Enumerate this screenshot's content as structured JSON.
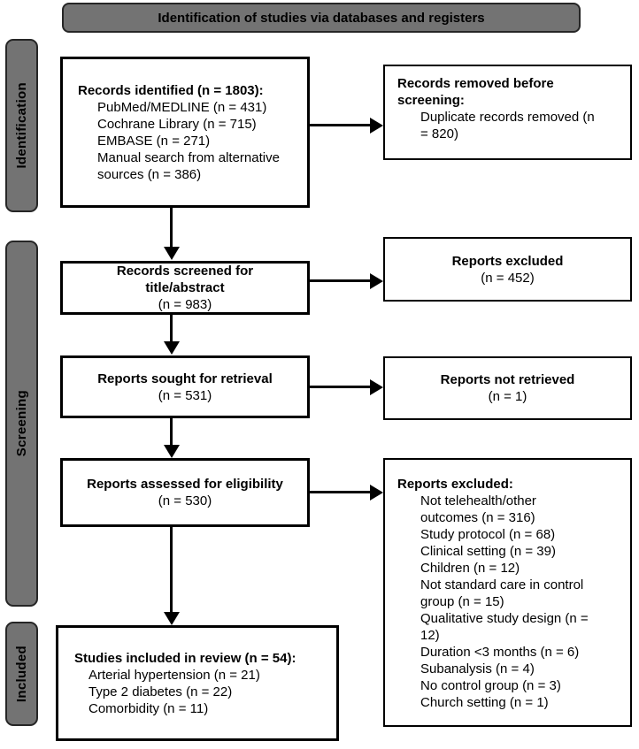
{
  "header": {
    "title": "Identification of studies via databases and registers"
  },
  "colors": {
    "bar_fill": "#737373",
    "bar_border": "#262626",
    "box_border": "#000000",
    "box_fill": "#ffffff",
    "arrow": "#000000",
    "text": "#000000",
    "page_bg": "#ffffff"
  },
  "sidebar": {
    "stages": [
      {
        "label": "Identification"
      },
      {
        "label": "Screening"
      },
      {
        "label": "Included"
      }
    ]
  },
  "flow": {
    "records_identified": {
      "title": "Records identified (n = 1803):",
      "items": [
        "PubMed/MEDLINE (n = 431)",
        "Cochrane Library (n = 715)",
        "EMBASE (n = 271)",
        "Manual search from alternative sources (n = 386)"
      ]
    },
    "records_removed": {
      "title": "Records removed before screening:",
      "items": [
        "Duplicate records removed (n = 820)"
      ]
    },
    "records_screened": {
      "title": "Records screened for title/abstract",
      "count": "(n = 983)"
    },
    "reports_excluded_screening": {
      "title": "Reports excluded",
      "count": "(n = 452)"
    },
    "reports_sought": {
      "title": "Reports sought for retrieval",
      "count": "(n = 531)"
    },
    "reports_not_retrieved": {
      "title": "Reports not retrieved",
      "count": "(n = 1)"
    },
    "reports_assessed": {
      "title": "Reports assessed for eligibility",
      "count": "(n = 530)"
    },
    "reports_excluded_eligibility": {
      "title": "Reports excluded:",
      "items": [
        "Not telehealth/other outcomes (n = 316)",
        "Study protocol (n = 68)",
        "Clinical setting (n = 39)",
        "Children (n = 12)",
        "Not standard care in control group (n = 15)",
        "Qualitative study design (n = 12)",
        "Duration <3 months (n = 6)",
        "Subanalysis (n = 4)",
        "No control group (n = 3)",
        "Church setting (n = 1)"
      ]
    },
    "studies_included": {
      "title": "Studies included in review (n = 54):",
      "items": [
        "Arterial hypertension (n = 21)",
        "Type 2 diabetes (n = 22)",
        "Comorbidity (n = 11)"
      ]
    }
  }
}
